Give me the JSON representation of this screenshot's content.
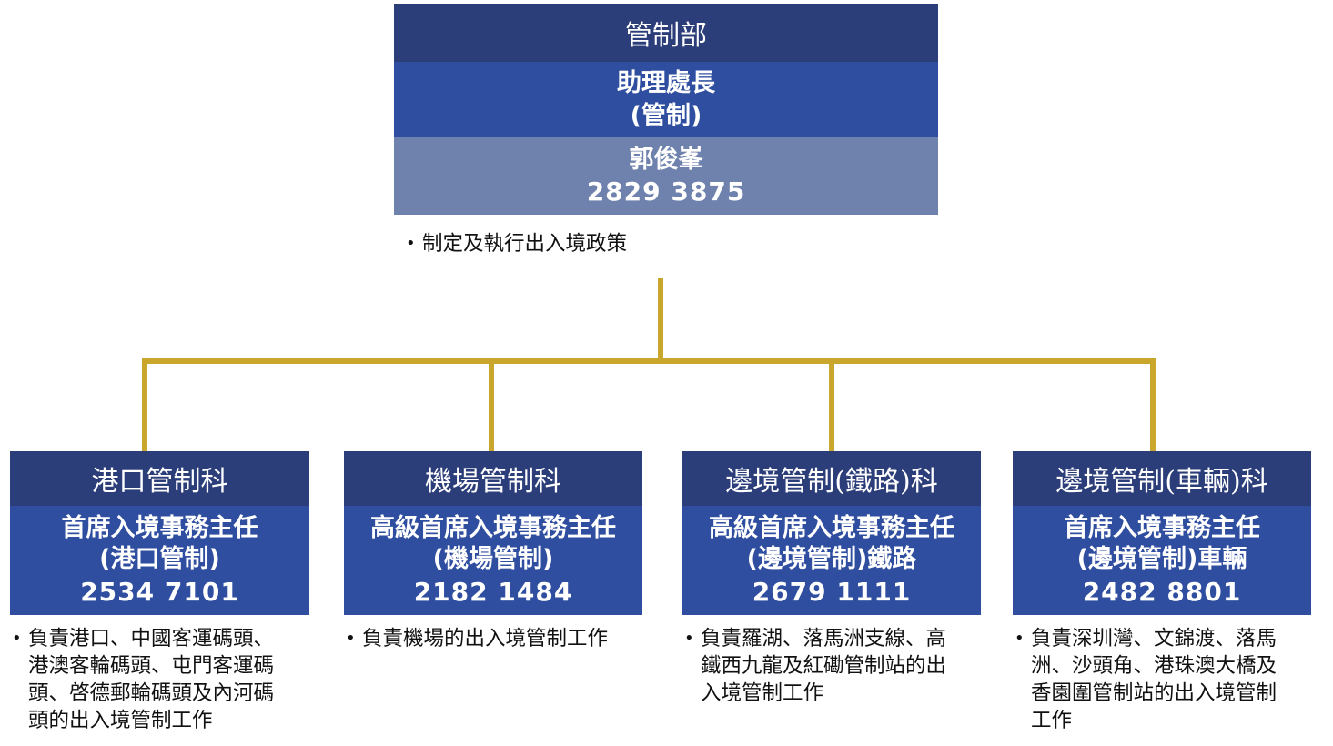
{
  "top": {
    "title": "管制部",
    "role_lines": [
      "助理處長",
      "(管制)"
    ],
    "person": "郭俊峯",
    "phone": "2829 3875",
    "duties": [
      "制定及執行出入境政策"
    ]
  },
  "children": [
    {
      "id": "port",
      "title": "港口管制科",
      "role_lines": [
        "首席入境事務主任",
        "(港口管制)"
      ],
      "phone": "2534 7101",
      "duty_lines": [
        "負責港口、中國客運碼頭、",
        "港澳客輪碼頭、屯門客運碼",
        "頭、啓德郵輪碼頭及內河碼",
        "頭的出入境管制工作"
      ]
    },
    {
      "id": "airport",
      "title": "機場管制科",
      "role_lines": [
        "高級首席入境事務主任",
        "(機場管制)"
      ],
      "phone": "2182 1484",
      "duty_lines": [
        "負責機場的出入境管制工作"
      ]
    },
    {
      "id": "rail",
      "title": "邊境管制(鐵路)科",
      "role_lines": [
        "高級首席入境事務主任",
        "(邊境管制)鐵路"
      ],
      "phone": "2679 1111",
      "duty_lines": [
        "負責羅湖、落馬洲支線、高",
        "鐵西九龍及紅磡管制站的出",
        "入境管制工作"
      ]
    },
    {
      "id": "vehicle",
      "title": "邊境管制(車輛)科",
      "role_lines": [
        "首席入境事務主任",
        "(邊境管制)車輛"
      ],
      "phone": "2482 8801",
      "duty_lines": [
        "負責深圳灣、文錦渡、落馬",
        "洲、沙頭角、港珠澳大橋及",
        "香園圍管制站的出入境管制",
        "工作"
      ]
    }
  ],
  "colors": {
    "title_band": "#2c3e7a",
    "role_band": "#2f4ea0",
    "person_band": "#6f82ad",
    "connector": "#c9a62c"
  }
}
